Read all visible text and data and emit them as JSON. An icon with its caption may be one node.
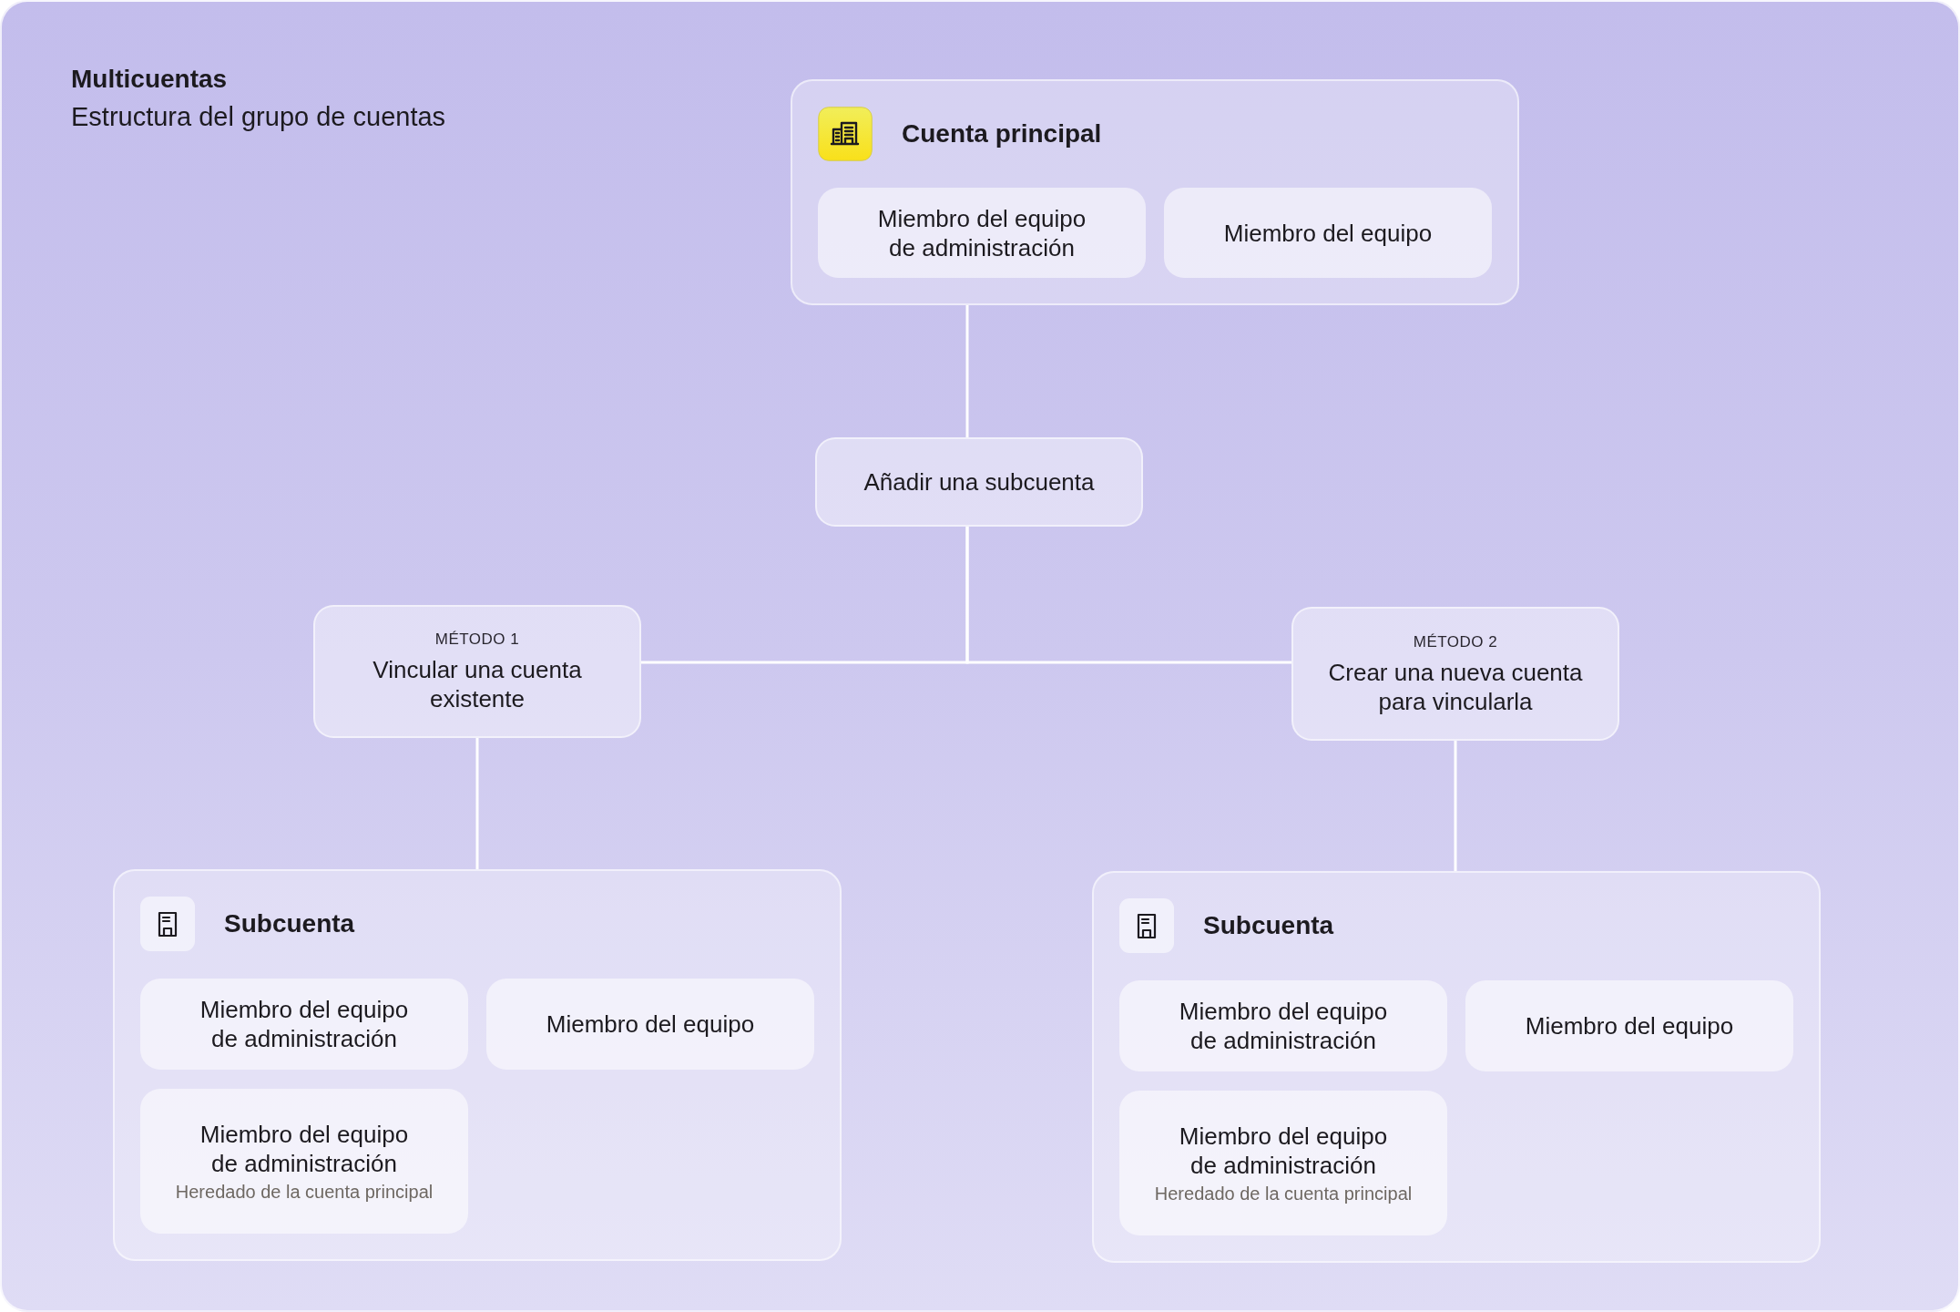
{
  "diagram": {
    "title": "Multicuentas",
    "nodes": [
      {
        "text": [
          "Cuenta principal"
        ]
      },
      {
        "text": [
          "Miembro del equipo de administración"
        ],
        "in": 0
      },
      {
        "text": [
          "Miembro del equipo"
        ],
        "in": 0
      },
      {
        "text": [
          "Añadir una subcuenta"
        ]
      },
      {
        "text": [
          "MÉTODO 1",
          "Vincular una cuenta existente"
        ]
      },
      {
        "text": [
          "MÉTODO 2",
          "Crear una nueva cuenta para vincularla"
        ]
      },
      {
        "text": [
          "Subcuenta"
        ]
      },
      {
        "text": [
          "Miembro del equipo de administración"
        ],
        "in": 6
      },
      {
        "text": [
          "Miembro del equipo"
        ],
        "in": 6
      },
      {
        "text": [
          "Miembro del equipo de administración",
          "Heredado de la cuenta principal"
        ],
        "in": 6
      },
      {
        "text": [
          "Subcuenta"
        ]
      },
      {
        "text": [
          "Miembro del equipo de administración"
        ],
        "in": 10
      },
      {
        "text": [
          "Miembro del equipo"
        ],
        "in": 10
      },
      {
        "text": [
          "Miembro del equipo de administración",
          "Heredado de la cuenta principal"
        ],
        "in": 10
      }
    ],
    "edges": [
      {
        "from": 0,
        "to": 3,
        "arrow": "none"
      },
      {
        "from": 3,
        "to": 4,
        "arrow": "none"
      },
      {
        "from": 3,
        "to": 5,
        "arrow": "none"
      },
      {
        "from": 4,
        "to": 6,
        "arrow": "none"
      },
      {
        "from": 5,
        "to": 10,
        "arrow": "none"
      }
    ],
    "labels": [
      "Estructura del grupo de cuentas"
    ]
  }
}
